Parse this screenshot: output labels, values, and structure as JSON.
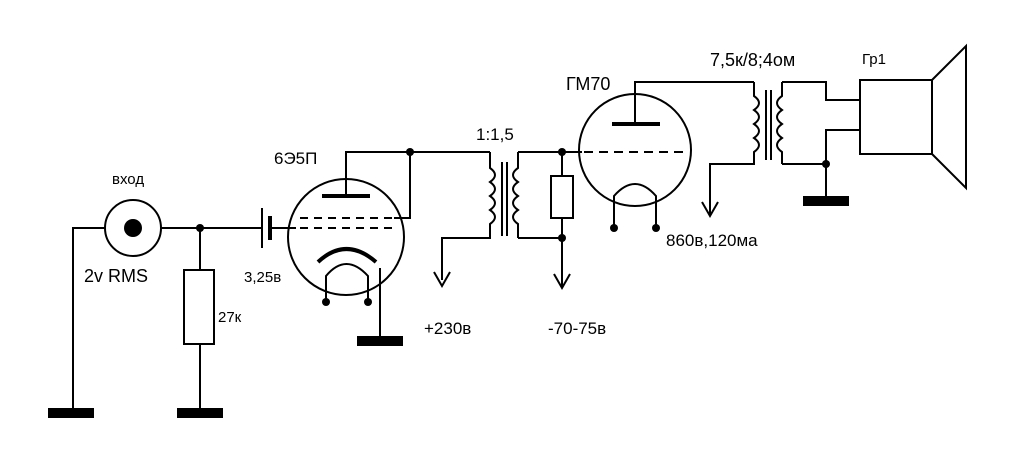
{
  "labels": {
    "input_name": "вход",
    "input_level": "2v RMS",
    "resistor_in": "27к",
    "bias_drv": "3,25в",
    "tube_drv": "6Э5П",
    "supply_b": "+230в",
    "ratio_it": "1:1,5",
    "bias_out": "-70-75в",
    "tube_out": "ГМ70",
    "supply_out": "860в,120ма",
    "ratio_ot": "7,5к/8;4ом",
    "speaker": "Гр1"
  },
  "colors": {
    "ink": "#000000",
    "background": "#ffffff"
  }
}
